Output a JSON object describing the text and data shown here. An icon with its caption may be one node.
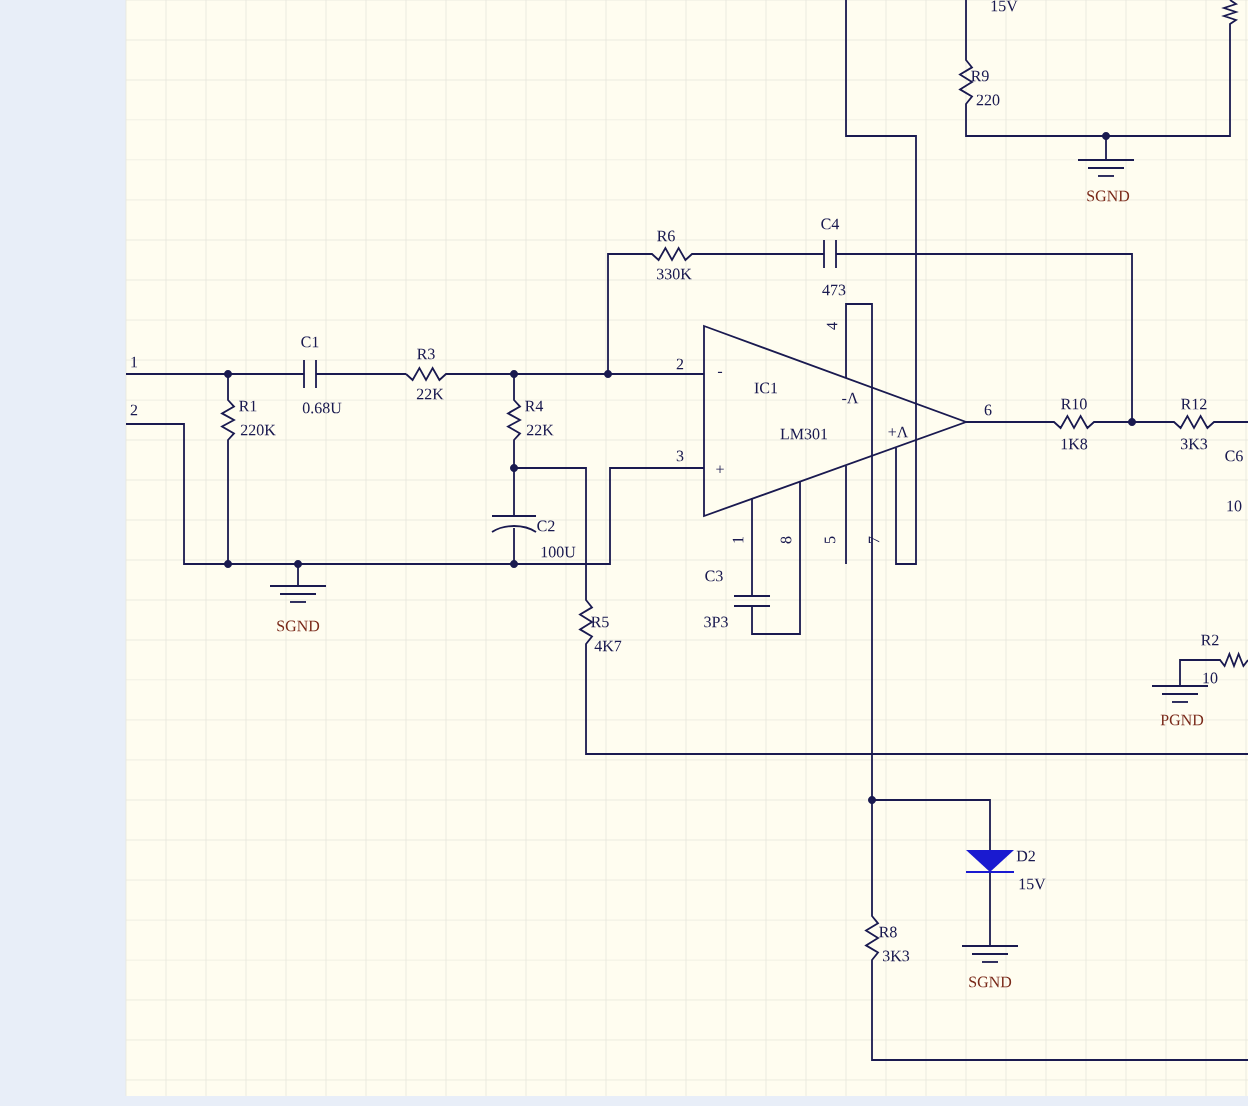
{
  "diagram": {
    "nodes": [
      {
        "text": [
          "IC1",
          "LM301"
        ]
      }
    ],
    "labels": [
      "15V",
      "R9",
      "220",
      "SGND",
      "C4",
      "R6",
      "330K",
      "473",
      "4",
      "C1",
      "R3",
      "1",
      "2",
      "-",
      "22K",
      "-Λ",
      "R10",
      "R12",
      "2",
      "R1",
      "0.68U",
      "R4",
      "6",
      "220K",
      "22K",
      "+Λ",
      "1K8",
      "3K3",
      "3",
      "+",
      "C6",
      "10",
      "C2",
      "1",
      "8",
      "5",
      "7",
      "100U",
      "C3",
      "SGND",
      "R5",
      "3P3",
      "R2",
      "4K7",
      "10",
      "PGND",
      "D2",
      "15V",
      "R8",
      "3K3",
      "SGND"
    ]
  }
}
